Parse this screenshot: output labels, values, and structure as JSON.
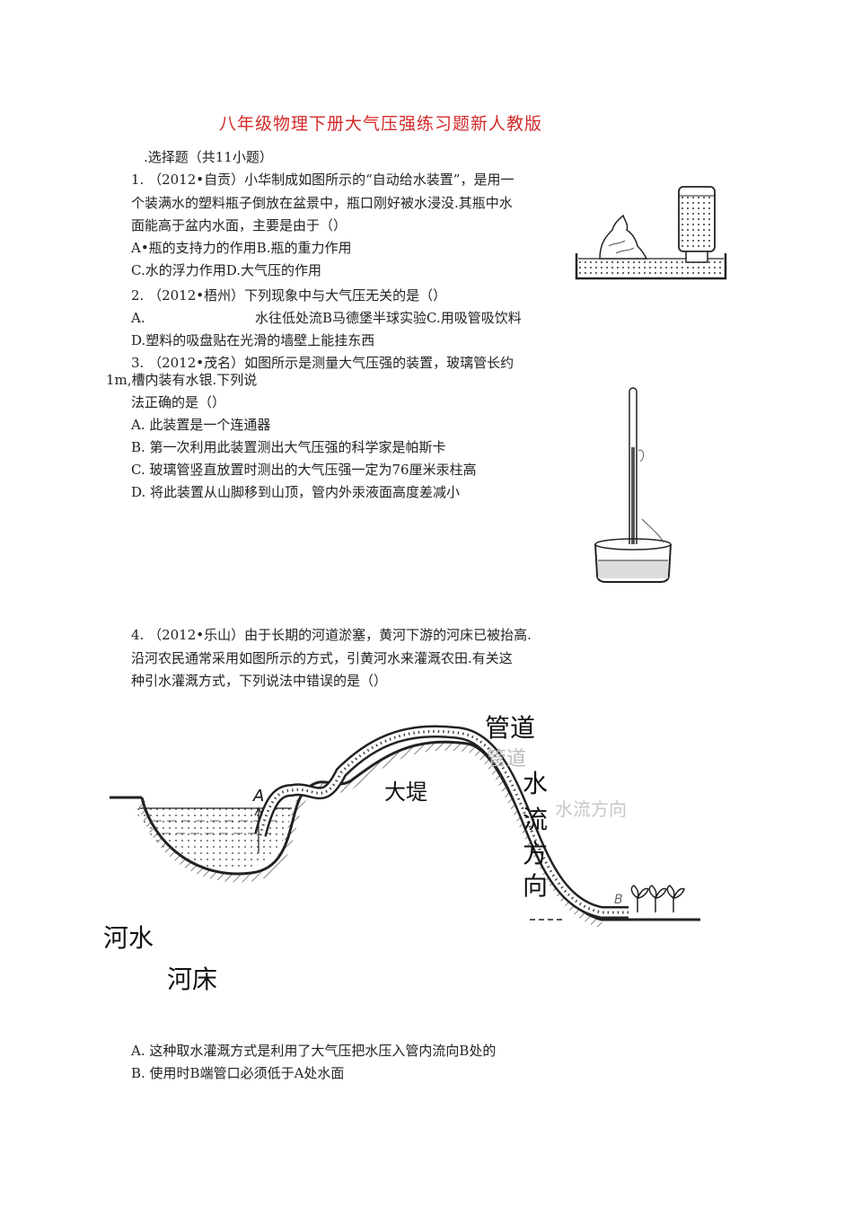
{
  "title": "八年级物理下册大气压强练习题新人教版",
  "section": ".选择题（共11小题）",
  "q1": {
    "line1": "1. （2012•自贡）小华制成如图所示的“自动给水装置”，是用一",
    "line2": "个装满水的塑料瓶子倒放在盆景中，瓶口刚好被水浸没.其瓶中水",
    "line3": "面能高于盆内水面，主要是由于（）",
    "opt_ab": "A•瓶的支持力的作用B.瓶的重力作用",
    "opt_cd": "C.水的浮力作用D.大气压的作用"
  },
  "q2": {
    "line1": "2. （2012•梧州）下列现象中与大气压无关的是（）",
    "opt_a_label": "A.",
    "opt_abc": "水往低处流B马德堡半球实验C.用吸管吸饮料",
    "opt_d": "D.塑料的吸盘贴在光滑的墙壁上能挂东西"
  },
  "q3": {
    "line1": "3. （2012•茂名）如图所示是测量大气压强的装置，玻璃管长约",
    "line2": "1m,槽内装有水银.下列说",
    "line3": "法正确的是（）",
    "opt_a": "A. 此装置是一个连通器",
    "opt_b": "B. 第一次利用此装置测出大气压强的科学家是帕斯卡",
    "opt_c": "C. 玻璃管竖直放置时测出的大气压强一定为76厘米汞柱高",
    "opt_d": "D. 将此装置从山脚移到山顶，管内外汞液面高度差减小"
  },
  "q4": {
    "line1": "4. （2012•乐山）由于长期的河道淤塞，黄河下游的河床已被抬高.",
    "line2": "沿河农民通常采用如图所示的方式，引黄河水来灌溉农田.有关这",
    "line3": "种引水灌溉方式，下列说法中错误的是（）",
    "opt_a": "A. 这种取水灌溉方式是利用了大气压把水压入管内流向B处的",
    "opt_b": "B. 使用时B端管口必须低于A处水面"
  },
  "diagram": {
    "pipe_label": "管道",
    "pipe_label_faint": "管道",
    "dam_label": "大堤",
    "flow_chars": [
      "水",
      "流",
      "方",
      "向"
    ],
    "flow_faint": "水流方向",
    "point_a": "A",
    "point_b": "B",
    "river_water": "河水",
    "river_bed": "河床"
  }
}
